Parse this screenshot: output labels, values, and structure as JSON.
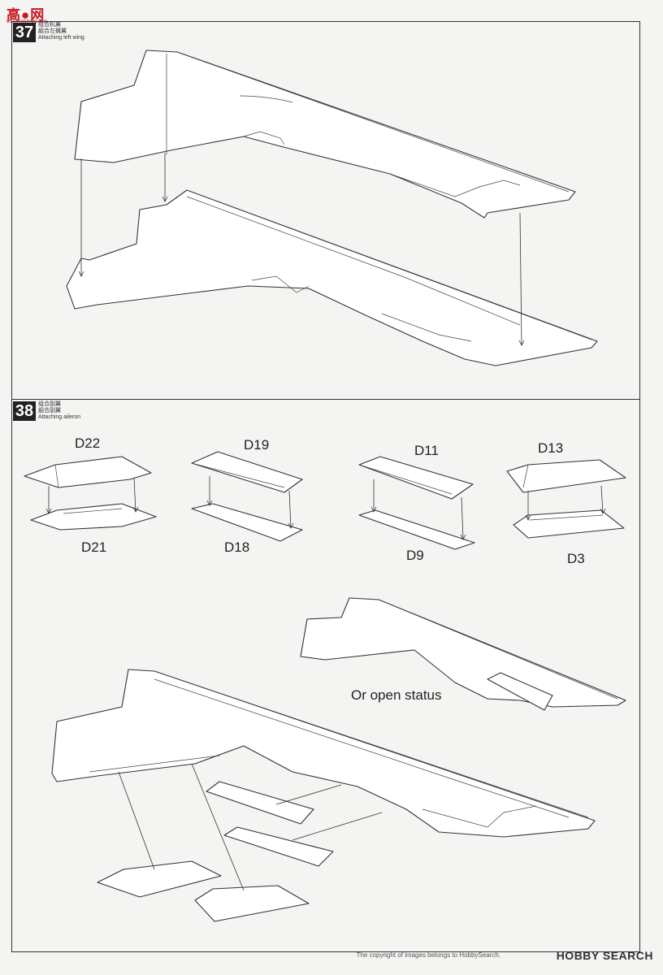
{
  "watermark": {
    "logo": "高●网",
    "url": "www.hobbygq.com"
  },
  "steps": [
    {
      "number": "37",
      "caption_lines": [
        "组合机翼",
        "組合左機翼",
        "Attaching left wing"
      ]
    },
    {
      "number": "38",
      "caption_lines": [
        "组合副翼",
        "組合副翼",
        "Attaching aileron"
      ]
    }
  ],
  "parts": {
    "D22": "D22",
    "D21": "D21",
    "D19": "D19",
    "D18": "D18",
    "D11": "D11",
    "D9": "D9",
    "D13": "D13",
    "D3": "D3"
  },
  "note": "Or open status",
  "footer": {
    "copyright": "The copyright of images belongs to HobbySearch.",
    "brand": "HOBBY SEARCH"
  }
}
